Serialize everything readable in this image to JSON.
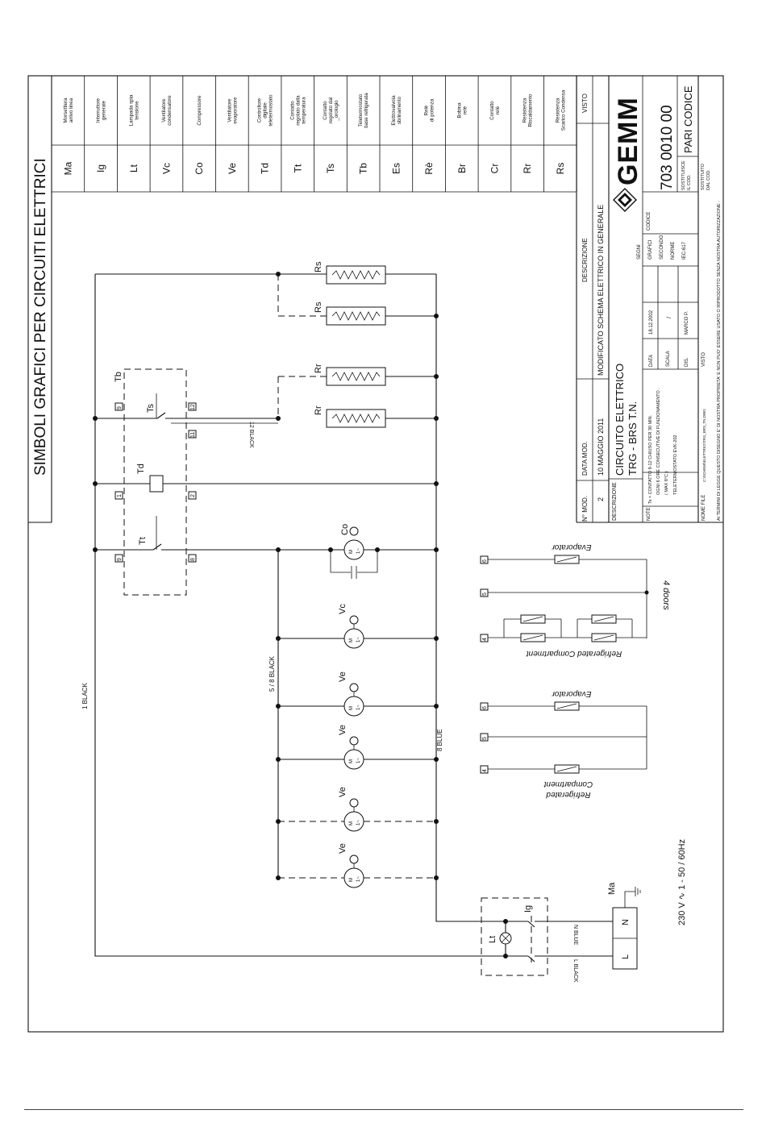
{
  "header": {
    "title": "SIMBOLI GRAFICI PER CIRCUITI ELETTRICI"
  },
  "legend": [
    {
      "code": "Ma",
      "desc": [
        "Morsettiera",
        "arrivo linea"
      ]
    },
    {
      "code": "Ig",
      "desc": [
        "Interruttore",
        "generale"
      ]
    },
    {
      "code": "Lt",
      "desc": [
        "Lampada spia",
        "tensione"
      ]
    },
    {
      "code": "Vc",
      "desc": [
        "Ventilatore",
        "condensatore"
      ]
    },
    {
      "code": "Co",
      "desc": [
        "Compressore"
      ]
    },
    {
      "code": "Ve",
      "desc": [
        "Ventilatore",
        "evaporatore"
      ]
    },
    {
      "code": "Td",
      "desc": [
        "Controllore",
        "digitale",
        "teletermostato"
      ]
    },
    {
      "code": "Tt",
      "desc": [
        "Contatto",
        "regolato dalla",
        "temperatura"
      ]
    },
    {
      "code": "Ts",
      "desc": [
        "Contatto",
        "regolato dal",
        "_orologio"
      ]
    },
    {
      "code": "Tb",
      "desc": [
        "Teletermostato",
        "base refrigerata"
      ]
    },
    {
      "code": "Es",
      "desc": [
        "Elettrovalvola",
        "sbrinamento"
      ]
    },
    {
      "code": "Rè",
      "desc": [
        "Relè",
        "di potenza"
      ]
    },
    {
      "code": "Br",
      "desc": [
        "Bobina",
        "relè"
      ]
    },
    {
      "code": "Cr",
      "desc": [
        "Contatto",
        "relè"
      ]
    },
    {
      "code": "Rr",
      "desc": [
        "Resistenza",
        "Riscaldamento"
      ]
    },
    {
      "code": "Rs",
      "desc": [
        "Resistenza",
        "Scarico Condensa"
      ]
    }
  ],
  "schematic": {
    "wire_labels": {
      "black1": "1 BLACK",
      "black12": "12 BLACK",
      "black58": "5 / 8 BLACK",
      "blue8": "8 BLUE",
      "nblue": "N BLUE",
      "lblack": "L BLACK"
    },
    "components": {
      "rs": "Rs",
      "rr": "Rr",
      "tb": "Tb",
      "ts": "Ts",
      "td": "Td",
      "tt": "Tt",
      "co": "Co",
      "vc": "Vc",
      "ve": "Ve",
      "lt": "Lt",
      "ig": "Ig",
      "ma": "Ma"
    },
    "terminals": {
      "t9a": "9",
      "t12": "12",
      "t11": "11",
      "t1": "1",
      "t2": "2",
      "t9b": "9",
      "t8": "8",
      "t6": "6",
      "t5": "5",
      "t4": "4"
    },
    "motor": {
      "m": "M",
      "phase": "1~"
    },
    "terminal_block": {
      "n": "N",
      "l": "L"
    },
    "supply": "230 V ∿ 1 - 50 / 60Hz",
    "sections": {
      "evaporator": "Evaporator",
      "refrigerated_compartment": "Refrigerated Compartment",
      "refrigerated": "Refrigerated",
      "compartment": "Compartment",
      "four_doors": "4 doors"
    }
  },
  "title_block": {
    "col_nmod": "N° MOD.",
    "col_datamod": "DATA MOD.",
    "col_descrizione": "DESCRIZIONE",
    "col_visto": "VISTO",
    "mod_number": "2",
    "mod_date": "10 MAGGIO 2011",
    "mod_desc": "MODIFICATO SCHEMA ELETTRICO IN GENERALE",
    "descrizione_label": "DESCRIZIONE",
    "title_line1": "CIRCUITO  ELETTRICO",
    "title_line2": "TRG - BRS   T.N.",
    "note_label": "NOTE",
    "notes": [
      "Ts = CONTATTO 9-12 CHIUSO PER 30 MIN.",
      "OGNI 6 ORE CONSECUTIVE DI FUNZIONAMENTO .",
      "( MAX 8°C )",
      "TELETERMOSTATO  EVK-202"
    ],
    "nome_file_label": "NOME FILE",
    "nome_file_value": "C:\\SCHEMI\\ELETTRICI\\TRG_BRS_TN.DWG",
    "data_label": "DATA",
    "data_value": "18.12.2002",
    "scala_label": "SCALA",
    "scala_value": "/",
    "dis_label": "DIS.",
    "dis_value": "MARCO P.",
    "visto_label": "VISTO",
    "segni": [
      "SEGNI",
      "GRAFICI",
      "SECONDO",
      "NORME",
      "IEC-617"
    ],
    "logo": "GEMM",
    "codice_label": "CODICE",
    "codice_value": "703 0010 00",
    "sostituisce": [
      "SOSTITUISCE",
      "IL COD."
    ],
    "sostituito": [
      "SOSTITUITO",
      "DAL COD."
    ],
    "pari_codice": "PARI  CODICE",
    "copyright": "AI TERMINI DI LEGGE QUESTO DISEGNO E' DI NOSTRA PROPRIETA' E NON PUO' ESSERE USATO O RIPRODOTTO SENZA NOSTRA AUTORIZZAZIONE -"
  }
}
